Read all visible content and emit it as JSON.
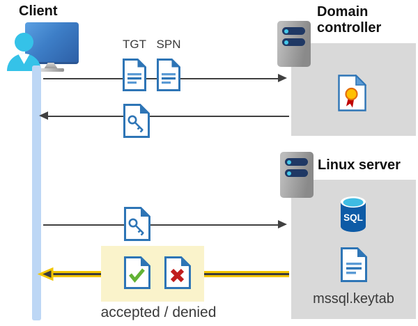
{
  "client": {
    "label": "Client"
  },
  "domain_controller": {
    "label": "Domain controller"
  },
  "linux_server": {
    "label": "Linux server",
    "sql_label": "SQL",
    "keytab_label": "mssql.keytab"
  },
  "messages": {
    "tgt_label": "TGT",
    "spn_label": "SPN",
    "result_label": "accepted / denied"
  },
  "icons": {
    "client": "client-workstation-icon",
    "servers": "server-icon",
    "ticket_docs": "document-icon",
    "key_doc": "key-document-icon",
    "certificate": "certificate-icon",
    "sql": "sql-database-icon",
    "accepted": "accepted-document-icon",
    "denied": "denied-document-icon"
  },
  "colors": {
    "doc_blue": "#2e75b6",
    "doc_blue_light": "#5b9bd5",
    "arrow_gray": "#404040",
    "highlight_yellow": "#f2c500",
    "highlight_bg": "#faf3cb",
    "zone_gray": "#d9d9d9",
    "person_cyan": "#35c2e8",
    "timeline_blue": "#bdd7f5",
    "check_green": "#62b234",
    "cross_red": "#c01d1d",
    "sql_body_blue": "#0e5ba6",
    "sql_top_cyan": "#3fbce3",
    "seal_gold": "#ffc000",
    "ribbon_red": "#c00000",
    "server_pill_navy": "#1f3864"
  }
}
